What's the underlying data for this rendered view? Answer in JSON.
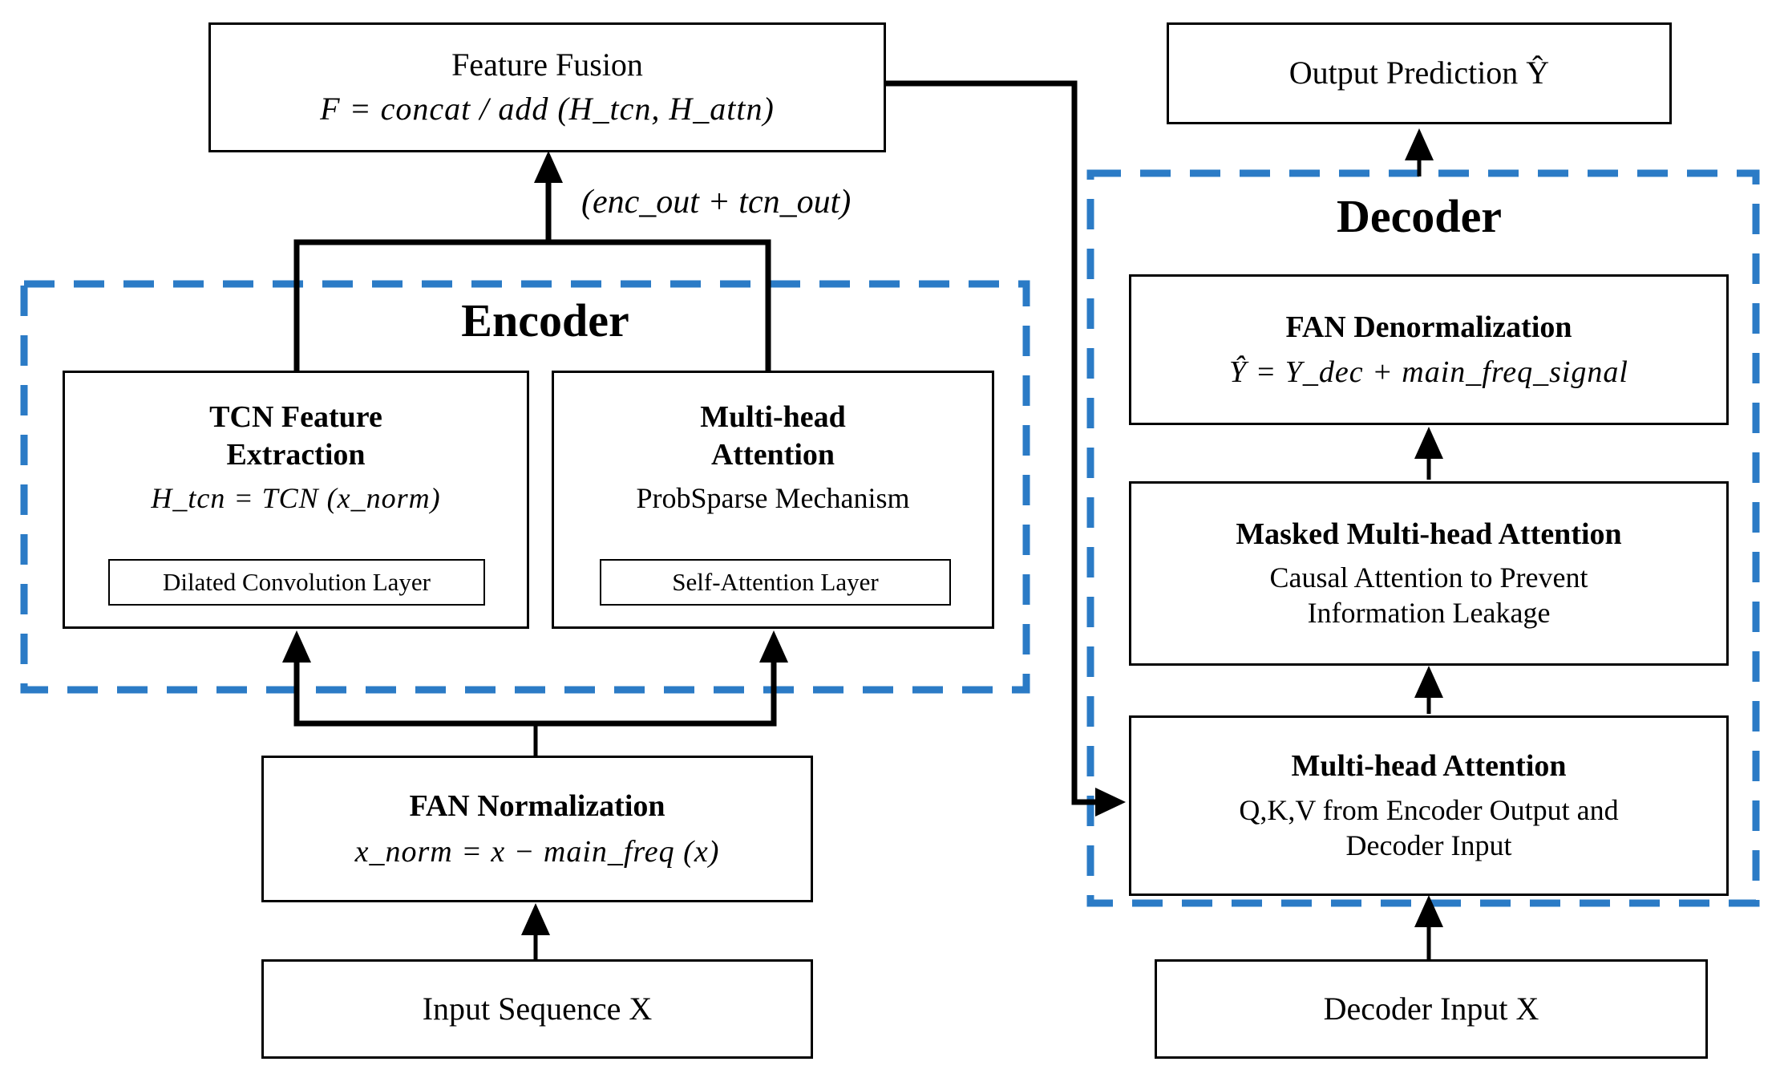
{
  "colors": {
    "accent_blue": "#2b7bc6",
    "line_black": "#000000",
    "background": "#ffffff"
  },
  "feature_fusion": {
    "title": "Feature Fusion",
    "formula": "F = concat / add (H_tcn, H_attn)"
  },
  "fusion_input_label": "(enc_out + tcn_out)",
  "encoder": {
    "title": "Encoder",
    "tcn": {
      "title_line1": "TCN Feature",
      "title_line2": "Extraction",
      "formula": "H_tcn = TCN (x_norm)",
      "sublayer": "Dilated Convolution Layer"
    },
    "attention": {
      "title_line1": "Multi-head",
      "title_line2": "Attention",
      "subtitle": "ProbSparse Mechanism",
      "sublayer": "Self-Attention Layer"
    }
  },
  "fan_normalization": {
    "title": "FAN Normalization",
    "formula": "x_norm = x − main_freq (x)"
  },
  "input_sequence": {
    "label": "Input Sequence X"
  },
  "output_prediction": {
    "label": "Output Prediction Ŷ"
  },
  "decoder": {
    "title": "Decoder",
    "fan_denormalization": {
      "title": "FAN Denormalization",
      "formula": "Ŷ = Y_dec + main_freq_signal"
    },
    "masked_attention": {
      "title": "Masked Multi-head Attention",
      "line1": "Causal Attention to Prevent",
      "line2": "Information Leakage"
    },
    "cross_attention": {
      "title": "Multi-head Attention",
      "line1": "Q,K,V from Encoder Output and",
      "line2": "Decoder Input"
    }
  },
  "decoder_input": {
    "label": "Decoder Input X"
  }
}
